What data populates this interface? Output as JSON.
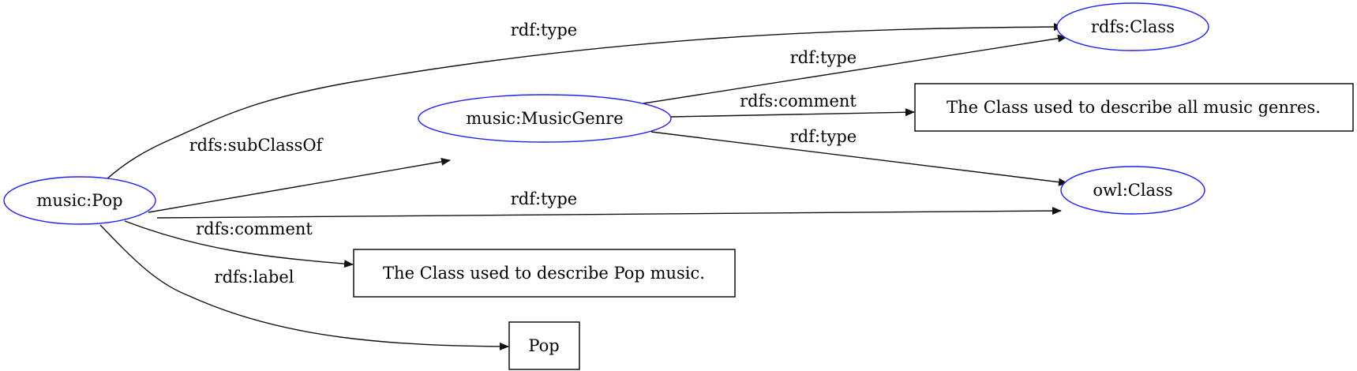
{
  "colors": {
    "uri_node_stroke": "#2222ee",
    "literal_node_stroke": "#000000",
    "edge": "#111111"
  },
  "nodes": {
    "music_pop": {
      "label": "music:Pop",
      "kind": "uri"
    },
    "music_genre": {
      "label": "music:MusicGenre",
      "kind": "uri"
    },
    "rdfs_class": {
      "label": "rdfs:Class",
      "kind": "uri"
    },
    "owl_class": {
      "label": "owl:Class",
      "kind": "uri"
    },
    "genre_comment": {
      "label": "The Class used to describe all music genres.",
      "kind": "literal"
    },
    "pop_comment": {
      "label": "The Class used to describe Pop music.",
      "kind": "literal"
    },
    "pop_label": {
      "label": "Pop",
      "kind": "literal"
    }
  },
  "edges": [
    {
      "id": "pop_type_rdfs",
      "from": "music_pop",
      "to": "rdfs_class",
      "label": "rdf:type"
    },
    {
      "id": "pop_subclass",
      "from": "music_pop",
      "to": "music_genre",
      "label": "rdfs:subClassOf"
    },
    {
      "id": "pop_type_owl",
      "from": "music_pop",
      "to": "owl_class",
      "label": "rdf:type"
    },
    {
      "id": "pop_comment",
      "from": "music_pop",
      "to": "pop_comment",
      "label": "rdfs:comment"
    },
    {
      "id": "pop_label",
      "from": "music_pop",
      "to": "pop_label",
      "label": "rdfs:label"
    },
    {
      "id": "genre_type_rdfs",
      "from": "music_genre",
      "to": "rdfs_class",
      "label": "rdf:type"
    },
    {
      "id": "genre_comment",
      "from": "music_genre",
      "to": "genre_comment",
      "label": "rdfs:comment"
    },
    {
      "id": "genre_type_owl",
      "from": "music_genre",
      "to": "owl_class",
      "label": "rdf:type"
    }
  ]
}
